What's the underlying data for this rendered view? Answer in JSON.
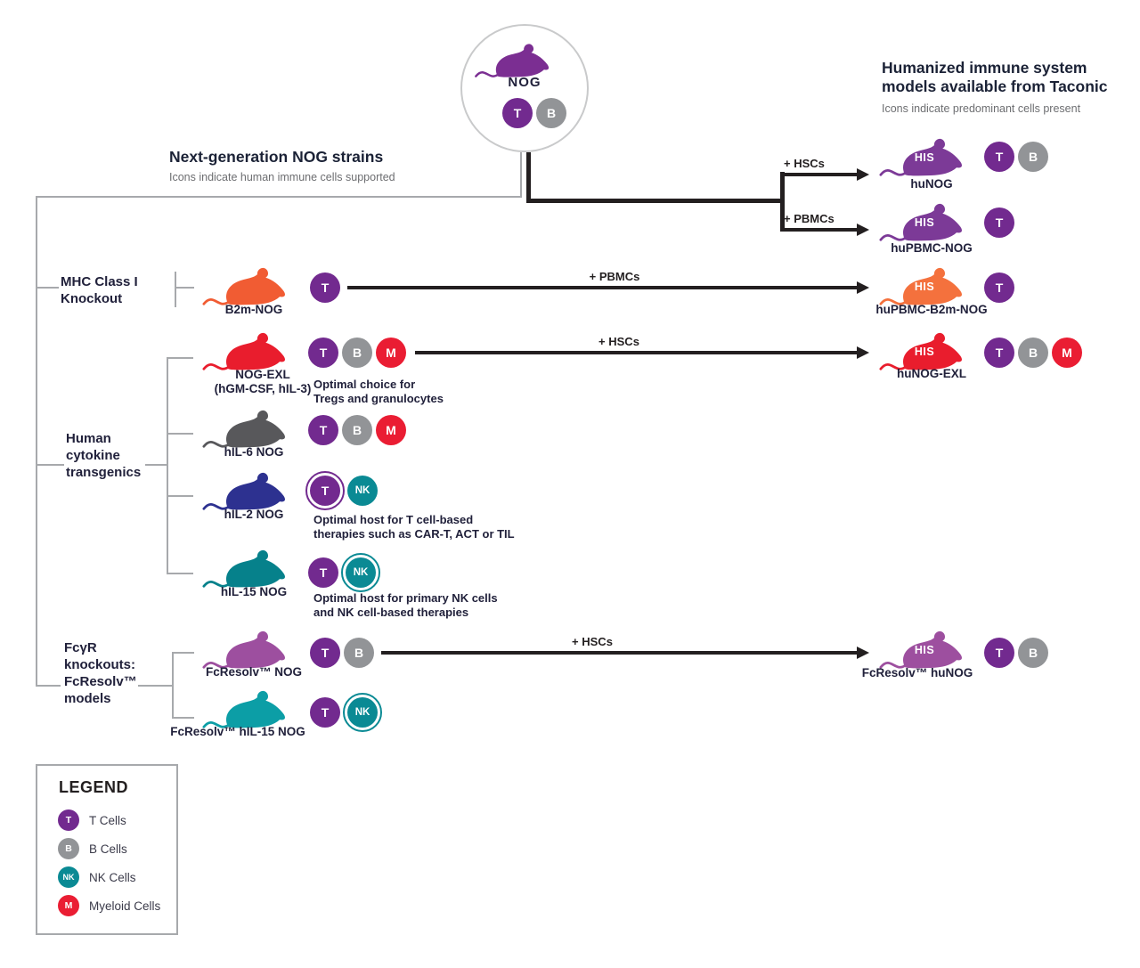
{
  "titles": {
    "right": {
      "lines": [
        "Humanized immune system",
        "models available from Taconic"
      ],
      "subtitle": "Icons indicate predominant cells present"
    },
    "left": {
      "title": "Next-generation NOG strains",
      "subtitle": "Icons indicate human immune cells supported"
    }
  },
  "root": {
    "label": "NOG",
    "color": "#7B2E92",
    "cells": [
      {
        "label": "T"
      },
      {
        "label": "B"
      }
    ]
  },
  "arrows": {
    "top_hscs": "+ HSCs",
    "top_pbmcs": "+ PBMCs",
    "b2m": "+ PBMCs",
    "exl": "+ HSCs",
    "fcresolv": "+ HSCs"
  },
  "categories": [
    {
      "lines": [
        "MHC Class I",
        "Knockout"
      ]
    },
    {
      "lines": [
        "Human",
        "cytokine",
        "transgenics"
      ]
    },
    {
      "lines": [
        "FcγR",
        "knockouts:",
        "FcResolv™",
        "models"
      ]
    }
  ],
  "strains": [
    {
      "name": "B2m-NOG",
      "color": "#F15C33",
      "cells": [
        {
          "label": "T"
        }
      ]
    },
    {
      "name": "NOG-EXL",
      "subname": "(hGM-CSF, hIL-3)",
      "color": "#E91D2D",
      "cells": [
        {
          "label": "T"
        },
        {
          "label": "B"
        },
        {
          "label": "M"
        }
      ],
      "note": [
        "Optimal choice for",
        "Tregs and granulocytes"
      ]
    },
    {
      "name": "hIL-6 NOG",
      "color": "#58585B",
      "cells": [
        {
          "label": "T"
        },
        {
          "label": "B"
        },
        {
          "label": "M"
        }
      ]
    },
    {
      "name": "hIL-2 NOG",
      "color": "#2D3190",
      "cells": [
        {
          "label": "T",
          "ringed": true
        },
        {
          "label": "NK"
        }
      ],
      "note": [
        "Optimal host for T cell-based",
        "therapies such as CAR-T, ACT or TIL"
      ]
    },
    {
      "name": "hIL-15 NOG",
      "color": "#06818B",
      "cells": [
        {
          "label": "T"
        },
        {
          "label": "NK",
          "ringed": true
        }
      ],
      "note": [
        "Optimal host for primary NK cells",
        "and NK cell-based therapies"
      ]
    },
    {
      "name": "FcResolv™ NOG",
      "color": "#9D4F9F",
      "cells": [
        {
          "label": "T"
        },
        {
          "label": "B"
        }
      ]
    },
    {
      "name": "FcResolv™ hIL-15 NOG",
      "color": "#0C9EA6",
      "cells": [
        {
          "label": "T"
        },
        {
          "label": "NK",
          "ringed": true
        }
      ]
    }
  ],
  "humanized": [
    {
      "name": "huNOG",
      "badge": "HIS",
      "color": "#7C3A97",
      "cells": [
        {
          "label": "T"
        },
        {
          "label": "B"
        }
      ]
    },
    {
      "name": "huPBMC-NOG",
      "badge": "HIS",
      "color": "#7C3A97",
      "cells": [
        {
          "label": "T"
        }
      ]
    },
    {
      "name": "huPBMC-B2m-NOG",
      "badge": "HIS",
      "color": "#F4713D",
      "cells": [
        {
          "label": "T"
        }
      ]
    },
    {
      "name": "huNOG-EXL",
      "badge": "HIS",
      "color": "#E91D2D",
      "cells": [
        {
          "label": "T"
        },
        {
          "label": "B"
        },
        {
          "label": "M"
        }
      ]
    },
    {
      "name": "FcResolv™ huNOG",
      "badge": "HIS",
      "color": "#9D4F9F",
      "cells": [
        {
          "label": "T"
        },
        {
          "label": "B"
        }
      ]
    }
  ],
  "legend": {
    "title": "LEGEND",
    "items": [
      {
        "symbol": "T",
        "label": "T Cells",
        "color": "#722A8F"
      },
      {
        "symbol": "B",
        "label": "B Cells",
        "color": "#929497"
      },
      {
        "symbol": "NK",
        "label": "NK Cells",
        "color": "#0A8A94"
      },
      {
        "symbol": "M",
        "label": "Myeloid Cells",
        "color": "#EA1D33"
      }
    ]
  },
  "colors": {
    "t_cell": "#722A8F",
    "b_cell": "#929497",
    "nk_cell": "#0A8A94",
    "myeloid_cell": "#EA1D33",
    "line_gray": "#A7A9AC",
    "line_black": "#231F20",
    "heading": "#1B2236",
    "subtitle_gray": "#6D6E71"
  }
}
